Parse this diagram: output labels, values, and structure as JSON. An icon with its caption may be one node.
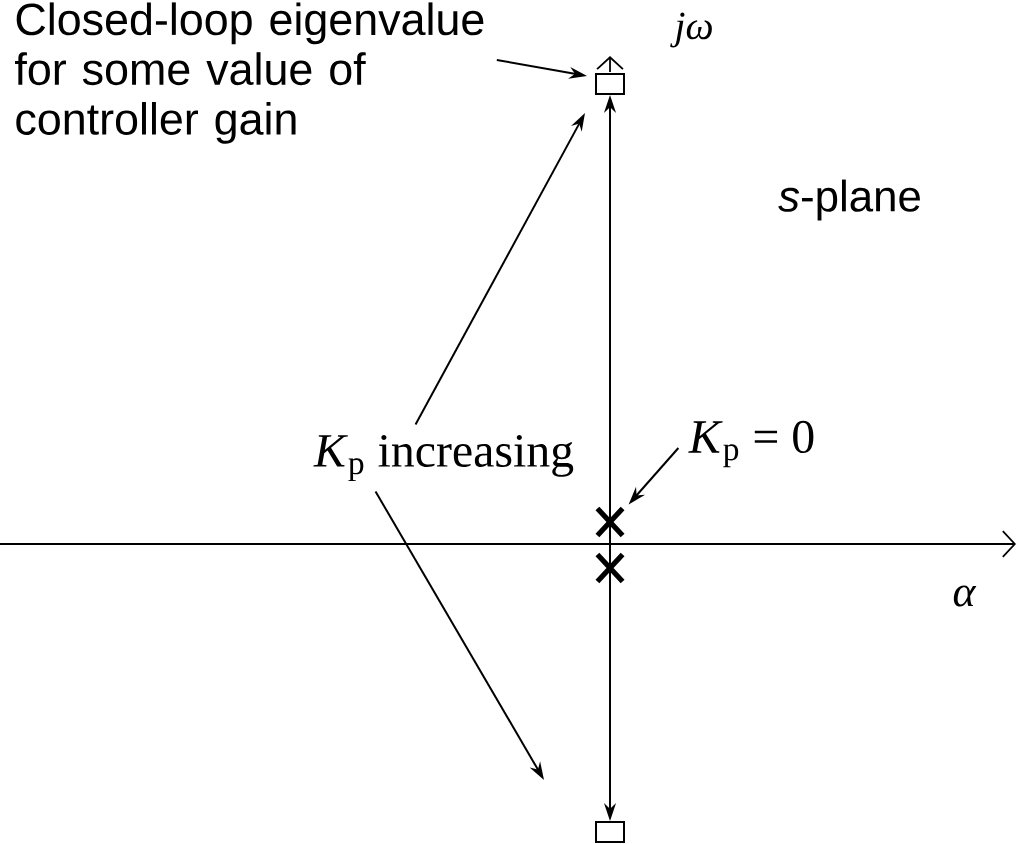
{
  "diagram": {
    "nodes": [
      {
        "text": [
          "Closed-loop eigenvalue for some value of controller gain"
        ]
      },
      {
        "text": [],
        "shape": "box"
      },
      {
        "text": [],
        "shape": "box"
      },
      {
        "text": [],
        "shape": "cross"
      },
      {
        "text": [],
        "shape": "cross"
      },
      {
        "text": [
          "*K*$_{p}$ increasing"
        ]
      },
      {
        "text": [
          "*K*$_{p}$ = 0"
        ]
      }
    ],
    "edges": [
      {
        "from": 0,
        "to": 1,
        "arrow": "to"
      },
      {
        "from": 5,
        "to": 1,
        "arrow": "to"
      },
      {
        "from": 5,
        "to": null,
        "arrow": "to"
      },
      {
        "from": 6,
        "to": 3,
        "arrow": "to"
      },
      {
        "from": 3,
        "to": 1,
        "arrow": "to"
      },
      {
        "from": 4,
        "to": 2,
        "arrow": "to"
      }
    ],
    "labels": [
      "jω",
      "*s*-plane",
      "α"
    ]
  }
}
